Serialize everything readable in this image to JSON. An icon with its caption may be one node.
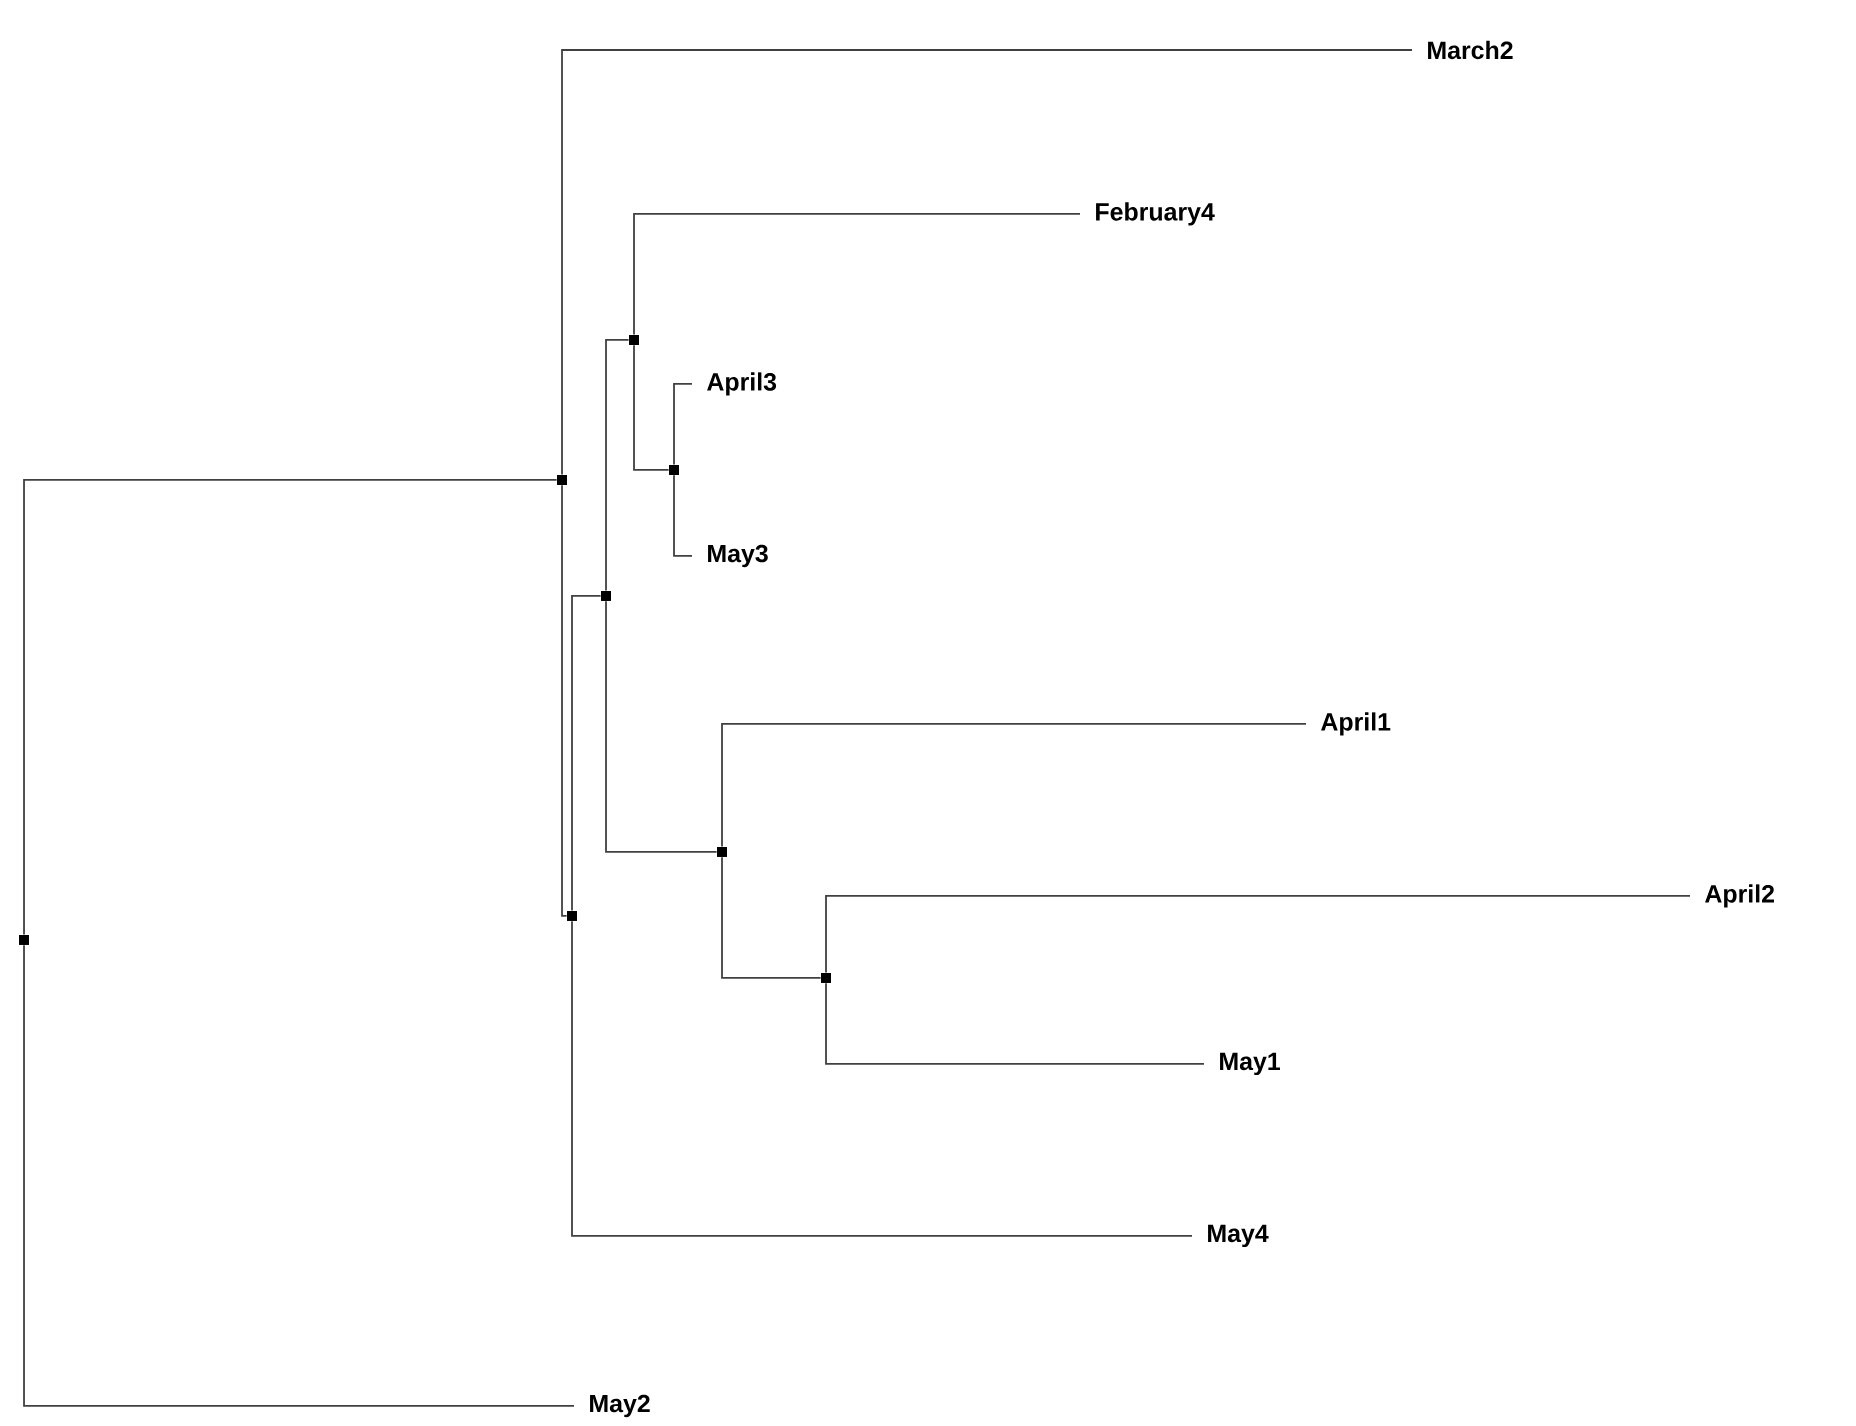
{
  "diagram": {
    "nodes": [
      {
        "text": [
          "March2"
        ]
      },
      {
        "text": [
          "February4"
        ]
      },
      {
        "text": [
          "April3"
        ]
      },
      {
        "text": [
          "May3"
        ]
      },
      {
        "text": [
          "April1"
        ]
      },
      {
        "text": [
          "April2"
        ]
      },
      {
        "text": [
          "May1"
        ]
      },
      {
        "text": [
          "May4"
        ]
      },
      {
        "text": [
          "May2"
        ]
      },
      {
        "text": [],
        "shape": "box"
      },
      {
        "text": [],
        "shape": "box"
      },
      {
        "text": [],
        "shape": "box"
      },
      {
        "text": [],
        "shape": "box"
      },
      {
        "text": [],
        "shape": "box"
      },
      {
        "text": [],
        "shape": "box"
      },
      {
        "text": [],
        "shape": "box"
      },
      {
        "text": [],
        "shape": "box"
      }
    ],
    "edges": [
      {
        "from": 9,
        "to": 10,
        "arrow": "none"
      },
      {
        "from": 9,
        "to": 8,
        "arrow": "none"
      },
      {
        "from": 10,
        "to": 0,
        "arrow": "none"
      },
      {
        "from": 10,
        "to": 11,
        "arrow": "none"
      },
      {
        "from": 11,
        "to": 12,
        "arrow": "none"
      },
      {
        "from": 11,
        "to": 7,
        "arrow": "none"
      },
      {
        "from": 12,
        "to": 13,
        "arrow": "none"
      },
      {
        "from": 12,
        "to": 15,
        "arrow": "none"
      },
      {
        "from": 13,
        "to": 1,
        "arrow": "none"
      },
      {
        "from": 13,
        "to": 14,
        "arrow": "none"
      },
      {
        "from": 14,
        "to": 2,
        "arrow": "none"
      },
      {
        "from": 14,
        "to": 3,
        "arrow": "none"
      },
      {
        "from": 15,
        "to": 4,
        "arrow": "none"
      },
      {
        "from": 15,
        "to": 16,
        "arrow": "none"
      },
      {
        "from": 16,
        "to": 5,
        "arrow": "none"
      },
      {
        "from": 16,
        "to": 6,
        "arrow": "none"
      }
    ]
  }
}
